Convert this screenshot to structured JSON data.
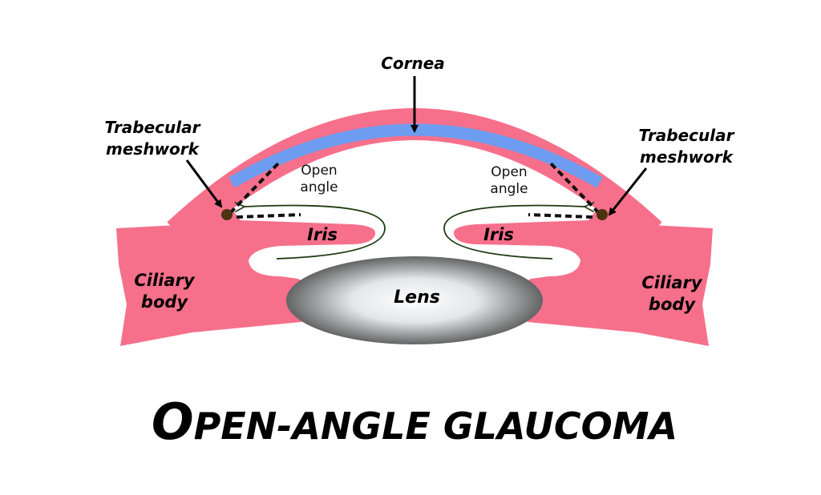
{
  "title": {
    "first": "O",
    "rest": "PEN-ANGLE GLAUCOMA"
  },
  "labels": {
    "cornea": "Cornea",
    "trabecular_line1": "Trabecular",
    "trabecular_line2": "meshwork",
    "open_line1": "Open",
    "open_line2": "angle",
    "iris": "Iris",
    "ciliary_line1": "Ciliary",
    "ciliary_line2": "body",
    "lens": "Lens"
  },
  "colors": {
    "tissue": "#f6708b",
    "cornea_inner": "#6e9cf0",
    "meshwork": "#4a3310",
    "flow": "#1e3a12"
  }
}
